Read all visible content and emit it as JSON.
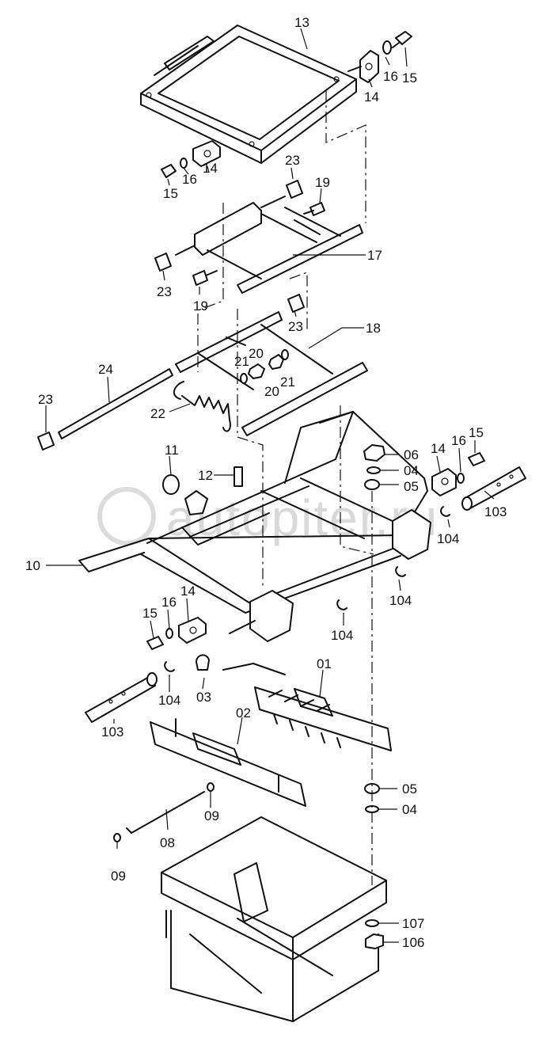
{
  "watermark": "autopiter.ru",
  "callouts": {
    "c13": "13",
    "c16a": "16",
    "c15a": "15",
    "c14a": "14",
    "c23a": "23",
    "c19a": "19",
    "c14b": "14",
    "c16b": "16",
    "c15b": "15",
    "c17": "17",
    "c23b": "23",
    "c19b": "19",
    "c23c": "23",
    "c18": "18",
    "c20a": "20",
    "c21a": "21",
    "c20b": "20",
    "c21b": "21",
    "c24": "24",
    "c22": "22",
    "c23d": "23",
    "c06": "06",
    "c04a": "04",
    "c05a": "05",
    "c14c": "14",
    "c16c": "16",
    "c15c": "15",
    "c103a": "103",
    "c104a": "104",
    "c11": "11",
    "c12": "12",
    "c10": "10",
    "c104b": "104",
    "c14d": "14",
    "c16d": "16",
    "c15d": "15",
    "c104c": "104",
    "c01": "01",
    "c03": "03",
    "c104d": "104",
    "c103b": "103",
    "c02": "02",
    "c05b": "05",
    "c04b": "04",
    "c09a": "09",
    "c08": "08",
    "c09b": "09",
    "c107": "107",
    "c106": "106"
  }
}
